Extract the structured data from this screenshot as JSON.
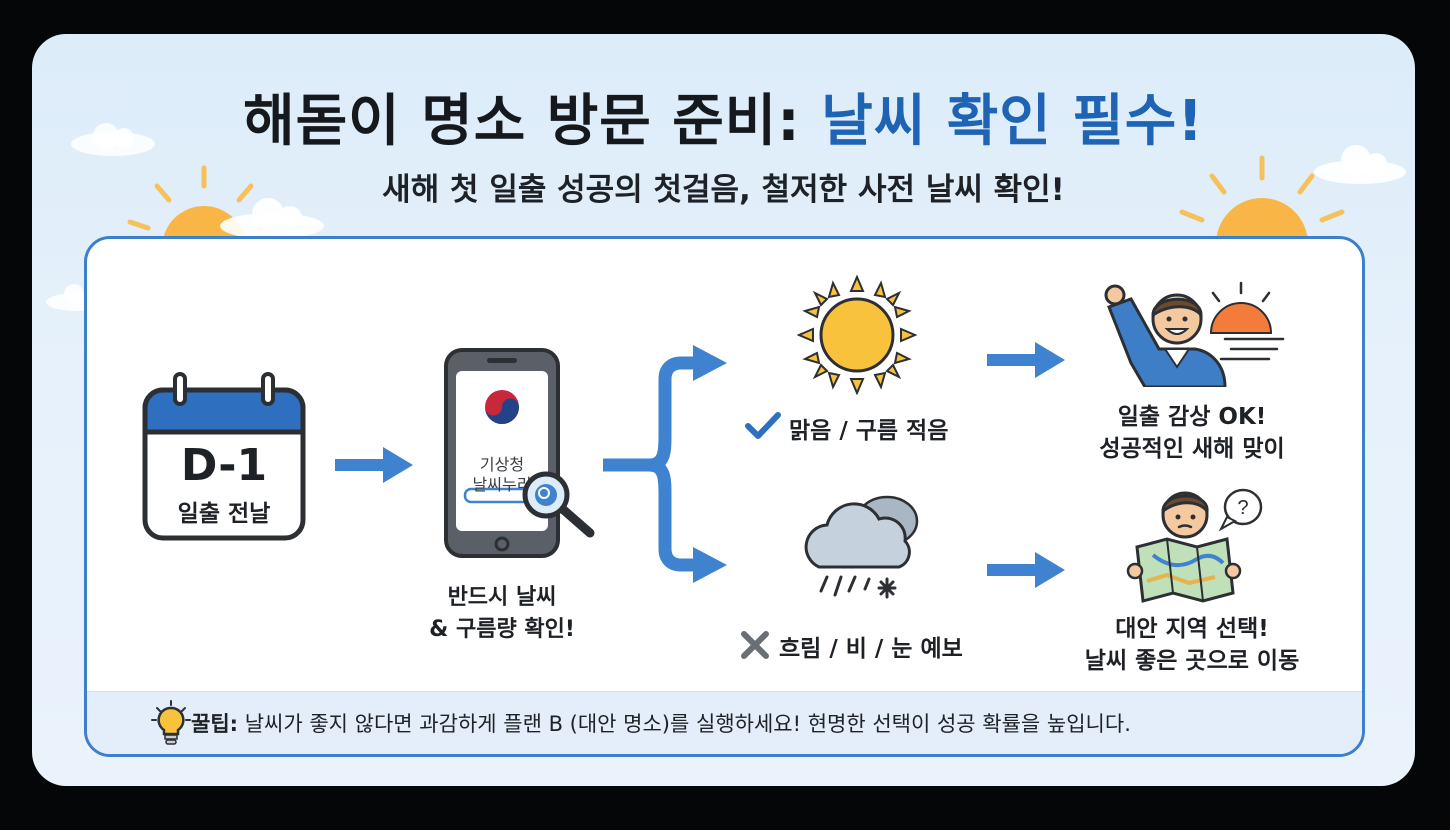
{
  "header": {
    "title_main": "해돋이 명소 방문 준비: ",
    "title_highlight": "날씨 확인 필수!",
    "subtitle": "새해 첫 일출 성공의 첫걸음, 철저한 사전 날씨 확인!"
  },
  "steps": {
    "calendar": {
      "big": "D-1",
      "small": "일출 전날"
    },
    "phone": {
      "screen_line1": "기상청",
      "screen_line2": "날씨누리",
      "caption_line1": "반드시 날씨",
      "caption_line2": "& 구름량 확인!"
    },
    "good": {
      "label": "맑음 / 구름 적음",
      "result_line1": "일출 감상 OK!",
      "result_line2": "성공적인 새해 맞이"
    },
    "bad": {
      "label": "흐림 / 비 / 눈 예보",
      "result_line1": "대안 지역 선택!",
      "result_line2": "날씨 좋은 곳으로 이동"
    }
  },
  "tip": {
    "prefix": "꿀팁:",
    "text": " 날씨가 좋지 않다면 과감하게 플랜 B (대안 명소)를 실행하세요! 현명한 선택이 성공 확률을 높입니다."
  },
  "colors": {
    "accent": "#1f63b4",
    "arrow": "#3f82cf",
    "check": "#2f6fc0",
    "cross": "#6a6f75",
    "sun": "#f7b733"
  },
  "icons": [
    "calendar-icon",
    "phone-icon",
    "magnifier-icon",
    "sun-icon",
    "rain-cloud-icon",
    "check-icon",
    "cross-icon",
    "happy-person-icon",
    "confused-person-icon",
    "map-icon",
    "lightbulb-icon"
  ]
}
